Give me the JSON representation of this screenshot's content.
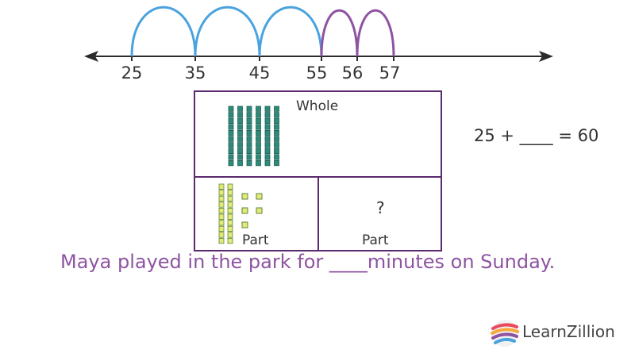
{
  "number_line": {
    "labels": [
      "25",
      "35",
      "45",
      "55",
      "56",
      "57"
    ],
    "blue_jumps": 3,
    "purple_jumps": 2,
    "colors": {
      "line": "#2b2b2b",
      "blue_jump": "#4aa3df",
      "purple_jump": "#8e53a1"
    }
  },
  "model": {
    "whole_label": "Whole",
    "part1_label": "Part",
    "part2_label": "Part",
    "unknown": "?",
    "whole_blocks": {
      "tens": 6
    },
    "part1_blocks": {
      "tens": 2,
      "ones": 5
    },
    "colors": {
      "border": "#5b2a6e",
      "whole_block": "#2e8b7a",
      "part_block": "#e8e87a",
      "block_outline": "#5a8a3a"
    }
  },
  "equation": "25 + ____ = 60",
  "story": "Maya played in the park for ____minutes on Sunday.",
  "logo": {
    "text": "LearnZillion",
    "icon": "learnzillion-logo-icon"
  },
  "colors": {
    "story_text": "#8e53a1",
    "text": "#333333"
  }
}
